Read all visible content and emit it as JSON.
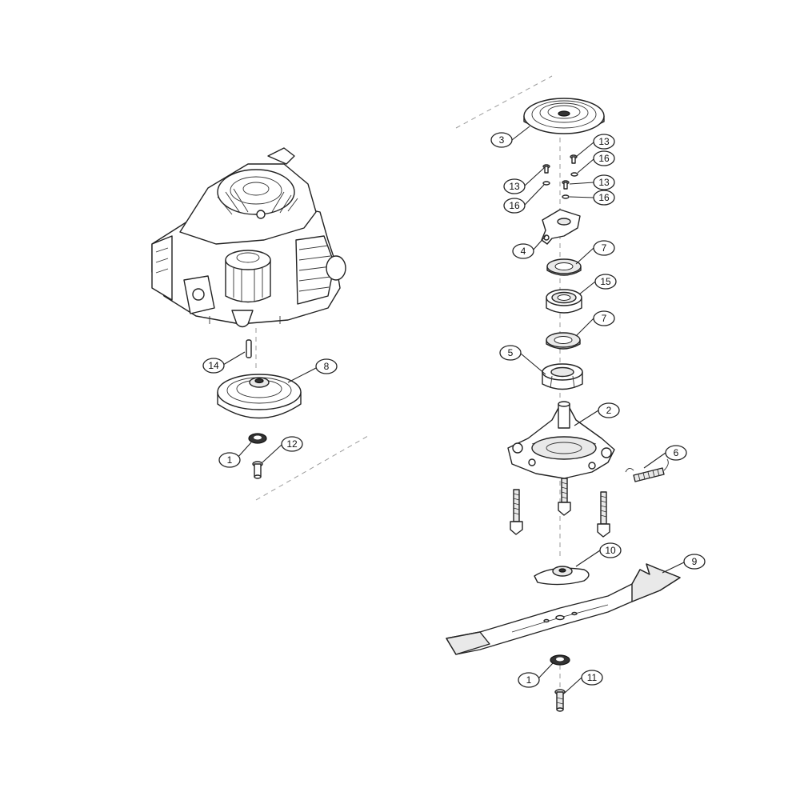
{
  "callouts": [
    {
      "id": "c3",
      "label": "3"
    },
    {
      "id": "c13a",
      "label": "13"
    },
    {
      "id": "c16a",
      "label": "16"
    },
    {
      "id": "c13b",
      "label": "13"
    },
    {
      "id": "c13c",
      "label": "13"
    },
    {
      "id": "c16b",
      "label": "16"
    },
    {
      "id": "c16c",
      "label": "16"
    },
    {
      "id": "c4",
      "label": "4"
    },
    {
      "id": "c7a",
      "label": "7"
    },
    {
      "id": "c15",
      "label": "15"
    },
    {
      "id": "c7b",
      "label": "7"
    },
    {
      "id": "c5",
      "label": "5"
    },
    {
      "id": "c2",
      "label": "2"
    },
    {
      "id": "c6",
      "label": "6"
    },
    {
      "id": "c10",
      "label": "10"
    },
    {
      "id": "c9",
      "label": "9"
    },
    {
      "id": "c1b",
      "label": "1"
    },
    {
      "id": "c11",
      "label": "11"
    },
    {
      "id": "c14",
      "label": "14"
    },
    {
      "id": "c8",
      "label": "8"
    },
    {
      "id": "c1a",
      "label": "1"
    },
    {
      "id": "c12",
      "label": "12"
    }
  ],
  "colors": {
    "line": "#222222",
    "dash": "#9a9a9a",
    "background": "#ffffff"
  }
}
